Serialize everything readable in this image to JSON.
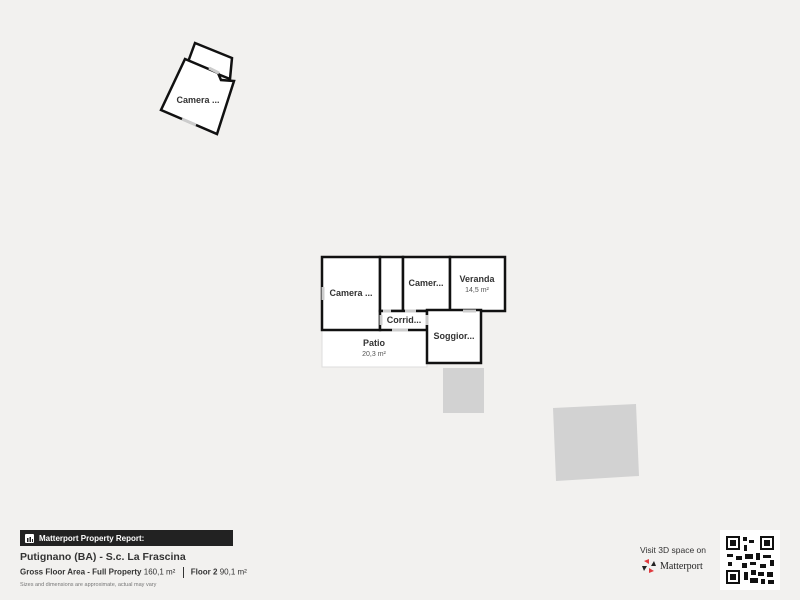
{
  "floorplan": {
    "rooms": [
      {
        "label": "Camera ...",
        "area": ""
      },
      {
        "label": "Camera ...",
        "area": ""
      },
      {
        "label": "Camer...",
        "area": ""
      },
      {
        "label": "Veranda",
        "area": "14,5 m²"
      },
      {
        "label": "Corrid...",
        "area": ""
      },
      {
        "label": "Soggior...",
        "area": ""
      },
      {
        "label": "Patio",
        "area": "20,3 m²"
      }
    ]
  },
  "report": {
    "header": "Matterport Property Report:",
    "title": "Putignano (BA) - S.c. La Frascina",
    "gross_label": "Gross Floor Area - Full Property",
    "gross_value": "160,1 m²",
    "floor_label": "Floor 2",
    "floor_value": "90,1 m²",
    "disclaimer": "Sizes and dimensions are approximate, actual may vary"
  },
  "promo": {
    "visit_text": "Visit 3D space on",
    "brand": "Matterport"
  },
  "colors": {
    "wall": "#111111",
    "background": "#f2f1ef",
    "accent": "#e03a3e"
  }
}
